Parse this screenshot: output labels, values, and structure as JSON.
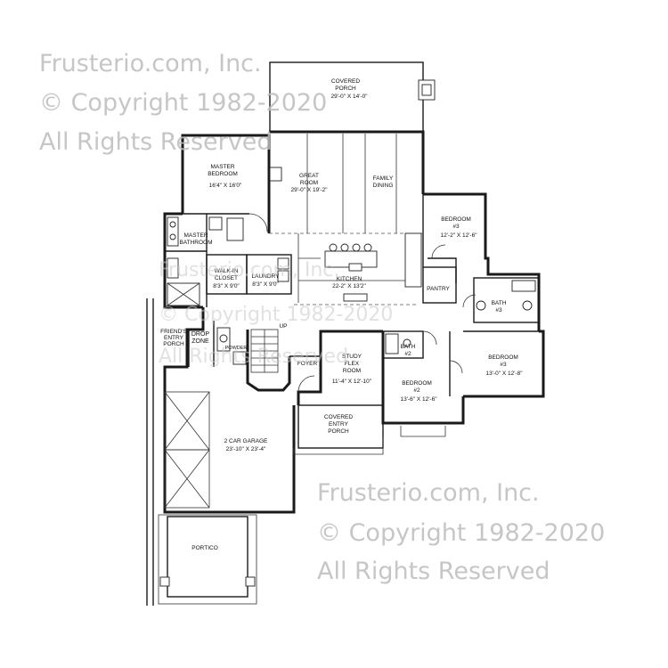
{
  "watermark": {
    "company": "Frusterio.com, Inc.",
    "copyright": "© Copyright 1982-2020",
    "rights": "All Rights Reserved"
  },
  "rooms": {
    "covered_porch": {
      "name_1": "COVERED",
      "name_2": "PORCH",
      "dims": "29'-0\" X 14'-0\""
    },
    "master_bedroom": {
      "name_1": "MASTER",
      "name_2": "BEDROOM",
      "dims": "16'4\" X 16'0\""
    },
    "great_room": {
      "name_1": "GREAT",
      "name_2": "ROOM",
      "dims": "29'-0\" X 19'-2\""
    },
    "family_dining": {
      "name_1": "FAMILY",
      "name_2": "DINING"
    },
    "bedroom_3_top": {
      "name_1": "BEDROOM",
      "name_2": "#3",
      "dims": "12'-2\" X 12'-6\""
    },
    "master_bathroom": {
      "name_1": "MASTER",
      "name_2": "BATHROOM"
    },
    "walk_in_closet": {
      "name_1": "WALK-IN",
      "name_2": "CLOSET",
      "dims": "8'3\" X 9'0\""
    },
    "laundry": {
      "name": "LAUNDRY",
      "dims": "8'3\" X 9'0\""
    },
    "kitchen": {
      "name": "KITCHEN",
      "dims": "22-2\" X 13'2\""
    },
    "pantry": {
      "name": "PANTRY"
    },
    "bath_3": {
      "name_1": "BATH",
      "name_2": "#3"
    },
    "friends_entry_porch": {
      "name_1": "FRIEND'S",
      "name_2": "ENTRY",
      "name_3": "PORCH"
    },
    "drop_zone": {
      "name_1": "DROP",
      "name_2": "ZONE"
    },
    "powder": {
      "name": "POWDER"
    },
    "up": {
      "name": "UP"
    },
    "foyer": {
      "name": "FOYER"
    },
    "study_flex": {
      "name_1": "STUDY",
      "name_2": "FLEX",
      "name_3": "ROOM",
      "dims": "11'-4\" X 12'-10\""
    },
    "bath_2": {
      "name_1": "BATH",
      "name_2": "#2"
    },
    "bedroom_2": {
      "name_1": "BEDROOM",
      "name_2": "#2",
      "dims": "13'-6\" X 12'-6\""
    },
    "bedroom_3_right": {
      "name_1": "BEDROOM",
      "name_2": "#3",
      "dims": "13'-0\" X 12'-8\""
    },
    "covered_entry_porch": {
      "name_1": "COVERED",
      "name_2": "ENTRY",
      "name_3": "PORCH"
    },
    "garage": {
      "name": "2 CAR GARAGE",
      "dims": "23'-10\" X 23'-4\""
    },
    "portico": {
      "name": "PORTICO"
    }
  }
}
